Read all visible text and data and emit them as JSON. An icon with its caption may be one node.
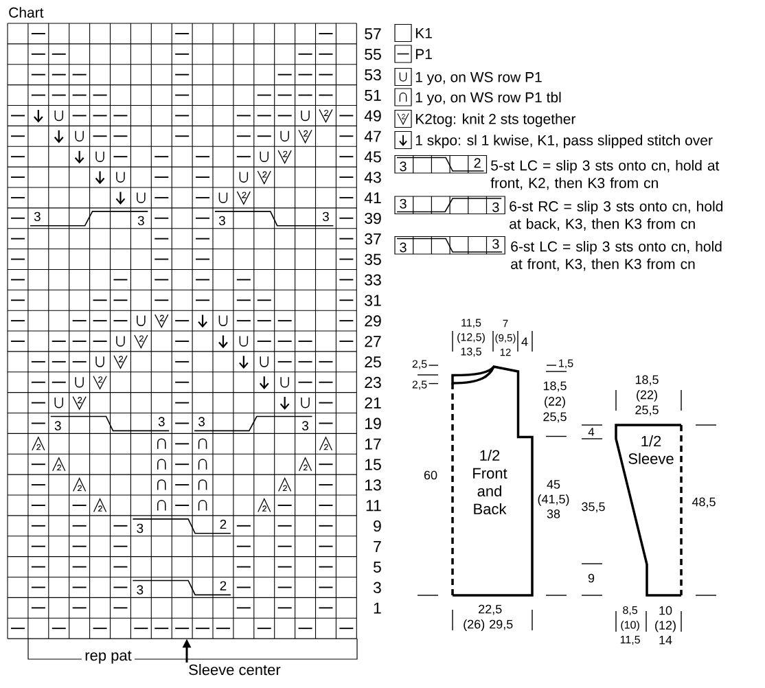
{
  "diagram": {
    "title": "Chart",
    "nodes": [
      {
        "text": [],
        "shape": "grid"
      },
      {
        "text": [
          "Sleeve center"
        ]
      },
      {
        "text": [
          "1/2 Front and Back"
        ]
      },
      {
        "text": [
          "1/2 Sleeve"
        ]
      }
    ],
    "edges": [
      {
        "from": 1,
        "to": 0,
        "arrow": "to"
      }
    ],
    "labels": [
      "57",
      "55",
      "53",
      "51",
      "49",
      "47",
      "45",
      "43",
      "41",
      "3",
      "3",
      "3",
      "3",
      "39",
      "37",
      "35",
      "33",
      "31",
      "29",
      "27",
      "25",
      "23",
      "21",
      "3",
      "3",
      "3",
      "3",
      "19",
      "17",
      "15",
      "13",
      "11",
      "3",
      "2",
      "9",
      "7",
      "5",
      "3",
      "2",
      "3",
      "1",
      "rep pat",
      "3",
      "2",
      "3",
      "3",
      "3",
      "3",
      "11,5 (12,5) 13,5",
      "7 (9,5) 12",
      "4",
      "2,5",
      "1,5",
      "2,5",
      "18,5 (22) 25,5",
      "18,5 (22) 25,5",
      "4",
      "60",
      "45 (41,5) 38",
      "35,5",
      "48,5",
      "9",
      "22,5 (26) 29,5",
      "8,5 (10) 11,5",
      "10 (12) 14"
    ],
    "legend": [
      {
        "text": "K1"
      },
      {
        "text": "P1"
      },
      {
        "text": "1 yo, on WS row P1"
      },
      {
        "text": "1 yo, on WS row P1 tbl"
      },
      {
        "text": "K2tog: knit 2 sts together"
      },
      {
        "text": "1 skpo: sl 1 kwise, K1, pass slipped stitch over"
      },
      {
        "text": "5-st LC = slip 3 sts onto cn, hold at front, K2, then K3 from cn"
      },
      {
        "text": "6-st RC = slip 3 sts onto cn, hold at back, K3, then K3 from cn"
      },
      {
        "text": "6-st LC = slip 3 sts onto cn, hold at front, K3, then K3 from cn"
      }
    ]
  }
}
